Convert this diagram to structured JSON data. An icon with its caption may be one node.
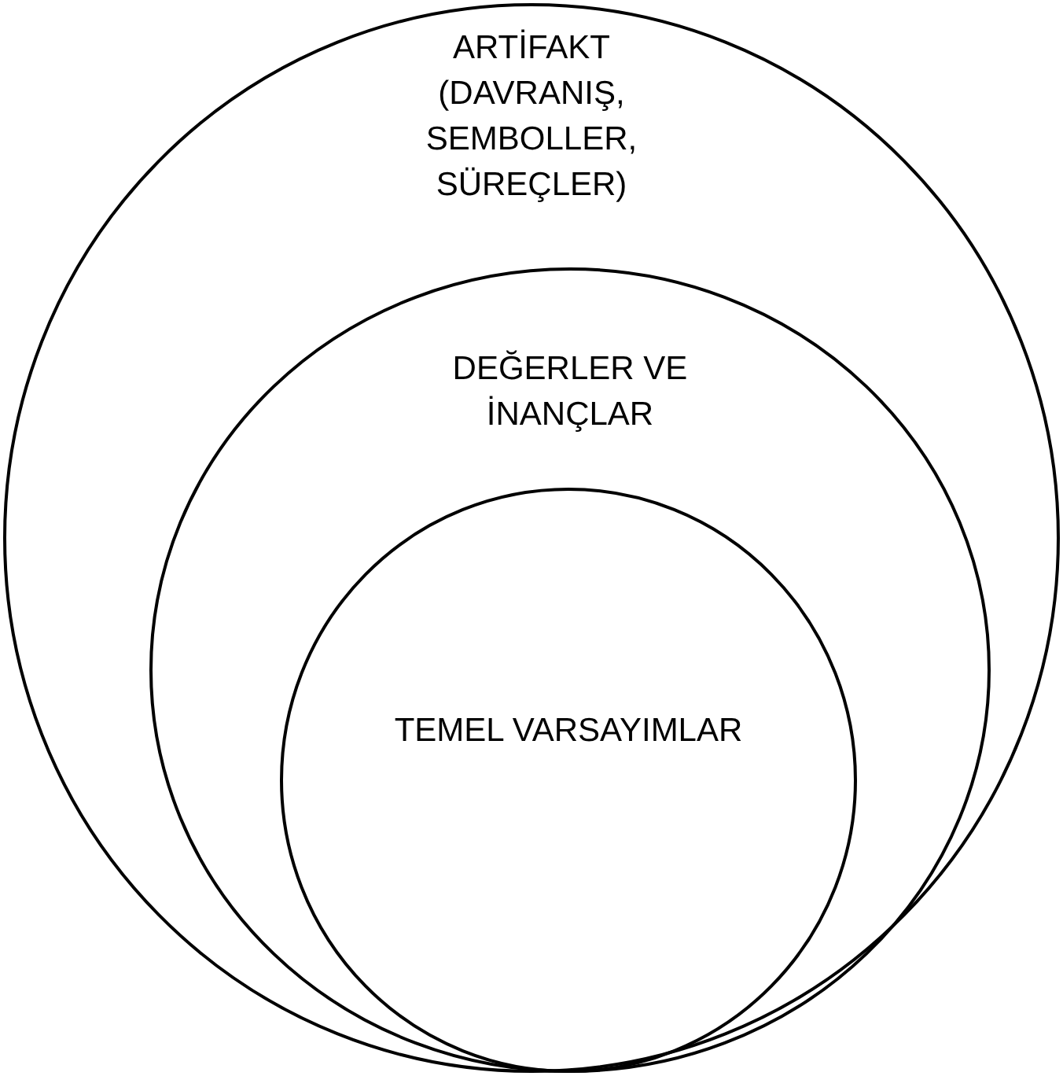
{
  "diagram": {
    "nodes": [
      {
        "text": [
          "ARTİFAKT (DAVRANIŞ, SEMBOLLER, SÜREÇLER)"
        ]
      },
      {
        "text": [
          "DEĞERLER VE İNANÇLAR"
        ],
        "in": 0
      },
      {
        "text": [
          "TEMEL VARSAYIMLAR"
        ],
        "in": 1
      }
    ]
  }
}
